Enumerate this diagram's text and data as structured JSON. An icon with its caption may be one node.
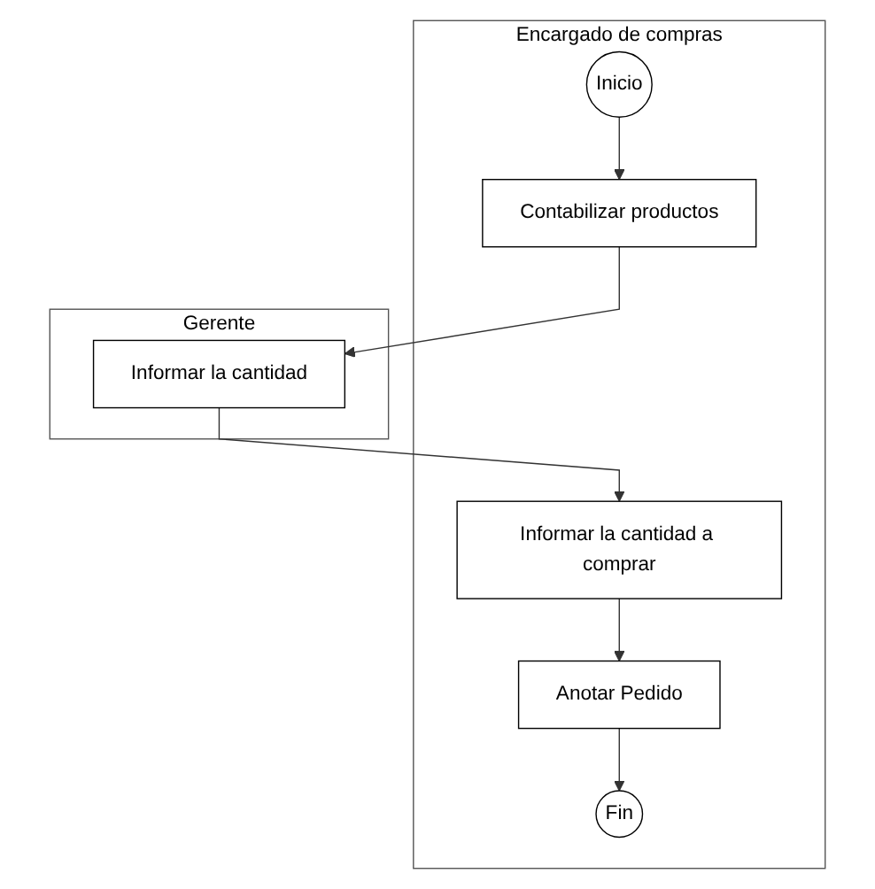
{
  "diagram": {
    "nodes": [
      {
        "text": [
          "Encargado de compras"
        ]
      },
      {
        "text": [
          "Gerente"
        ]
      },
      {
        "text": [
          "Inicio"
        ],
        "in": 0
      },
      {
        "text": [
          "Contabilizar productos"
        ],
        "in": 0
      },
      {
        "text": [
          "Informar la cantidad"
        ],
        "in": 1
      },
      {
        "text": [
          "Informar la cantidad a comprar"
        ],
        "in": 0
      },
      {
        "text": [
          "Anotar Pedido"
        ],
        "in": 0
      },
      {
        "text": [
          "Fin"
        ],
        "in": 0
      }
    ],
    "edges": [
      {
        "from": 2,
        "to": 3,
        "arrow": "to"
      },
      {
        "from": 3,
        "to": 4,
        "arrow": "to"
      },
      {
        "from": 4,
        "to": 5,
        "arrow": "to"
      },
      {
        "from": 5,
        "to": 6,
        "arrow": "to"
      },
      {
        "from": 6,
        "to": 7,
        "arrow": "to"
      }
    ]
  }
}
